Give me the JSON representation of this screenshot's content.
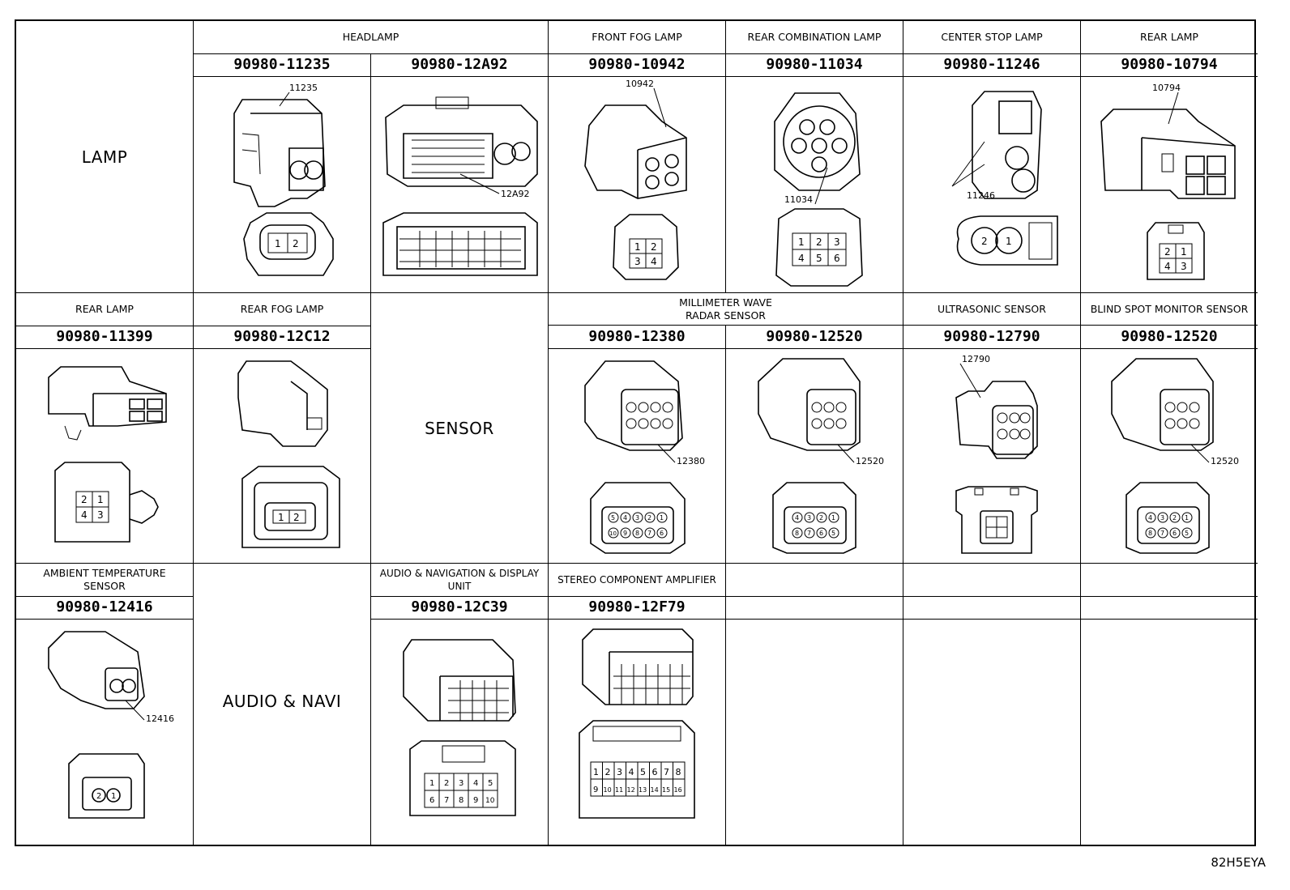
{
  "figure_code": "82H5EYA",
  "categories": {
    "lamp": "LAMP",
    "sensor": "SENSOR",
    "audio": "AUDIO & NAVI"
  },
  "row1": [
    {
      "header": "HEADLAMP",
      "part": "90980-11235",
      "callout": "11235",
      "pins": [
        "1",
        "2"
      ]
    },
    {
      "part": "90980-12A92",
      "callout": "12A92"
    },
    {
      "header": "FRONT FOG LAMP",
      "part": "90980-10942",
      "callout": "10942",
      "pins": [
        "1",
        "2",
        "3",
        "4"
      ]
    },
    {
      "header": "REAR COMBINATION LAMP",
      "part": "90980-11034",
      "callout": "11034",
      "pins": [
        "1",
        "2",
        "3",
        "4",
        "5",
        "6"
      ]
    },
    {
      "header": "CENTER STOP LAMP",
      "part": "90980-11246",
      "callout": "11246",
      "pins": [
        "2",
        "1"
      ]
    },
    {
      "header": "REAR LAMP",
      "part": "90980-10794",
      "callout": "10794",
      "pins": [
        "2",
        "1",
        "4",
        "3"
      ]
    }
  ],
  "row2": [
    {
      "header": "REAR LAMP",
      "part": "90980-11399",
      "pins": [
        "2",
        "1",
        "4",
        "3"
      ]
    },
    {
      "header": "REAR FOG LAMP",
      "part": "90980-12C12",
      "pins": [
        "1",
        "2"
      ]
    },
    {
      "header": "MILLIMETER WAVE\nRADAR SENSOR",
      "part": "90980-12380",
      "callout": "12380",
      "pins": [
        "5",
        "4",
        "3",
        "2",
        "1",
        "10",
        "9",
        "8",
        "7",
        "6"
      ]
    },
    {
      "part": "90980-12520",
      "callout": "12520",
      "pins": [
        "4",
        "3",
        "2",
        "1",
        "8",
        "7",
        "6",
        "5"
      ]
    },
    {
      "header": "ULTRASONIC SENSOR",
      "part": "90980-12790",
      "callout": "12790"
    },
    {
      "header": "BLIND SPOT MONITOR SENSOR",
      "part": "90980-12520",
      "callout": "12520",
      "pins": [
        "4",
        "3",
        "2",
        "1",
        "8",
        "7",
        "6",
        "5"
      ]
    }
  ],
  "row3": [
    {
      "header": "AMBIENT TEMPERATURE\nSENSOR",
      "part": "90980-12416",
      "callout": "12416",
      "pins": [
        "2",
        "1"
      ]
    },
    {
      "header": "AUDIO & NAVIGATION & DISPLAY\nUNIT",
      "part": "90980-12C39",
      "pins": [
        "1",
        "2",
        "3",
        "4",
        "5",
        "6",
        "7",
        "8",
        "9",
        "10"
      ]
    },
    {
      "header": "STEREO COMPONENT AMPLIFIER",
      "part": "90980-12F79",
      "pins": [
        "1",
        "2",
        "3",
        "4",
        "5",
        "6",
        "7",
        "8",
        "9",
        "10",
        "11",
        "12",
        "13",
        "14",
        "15",
        "16"
      ]
    }
  ]
}
